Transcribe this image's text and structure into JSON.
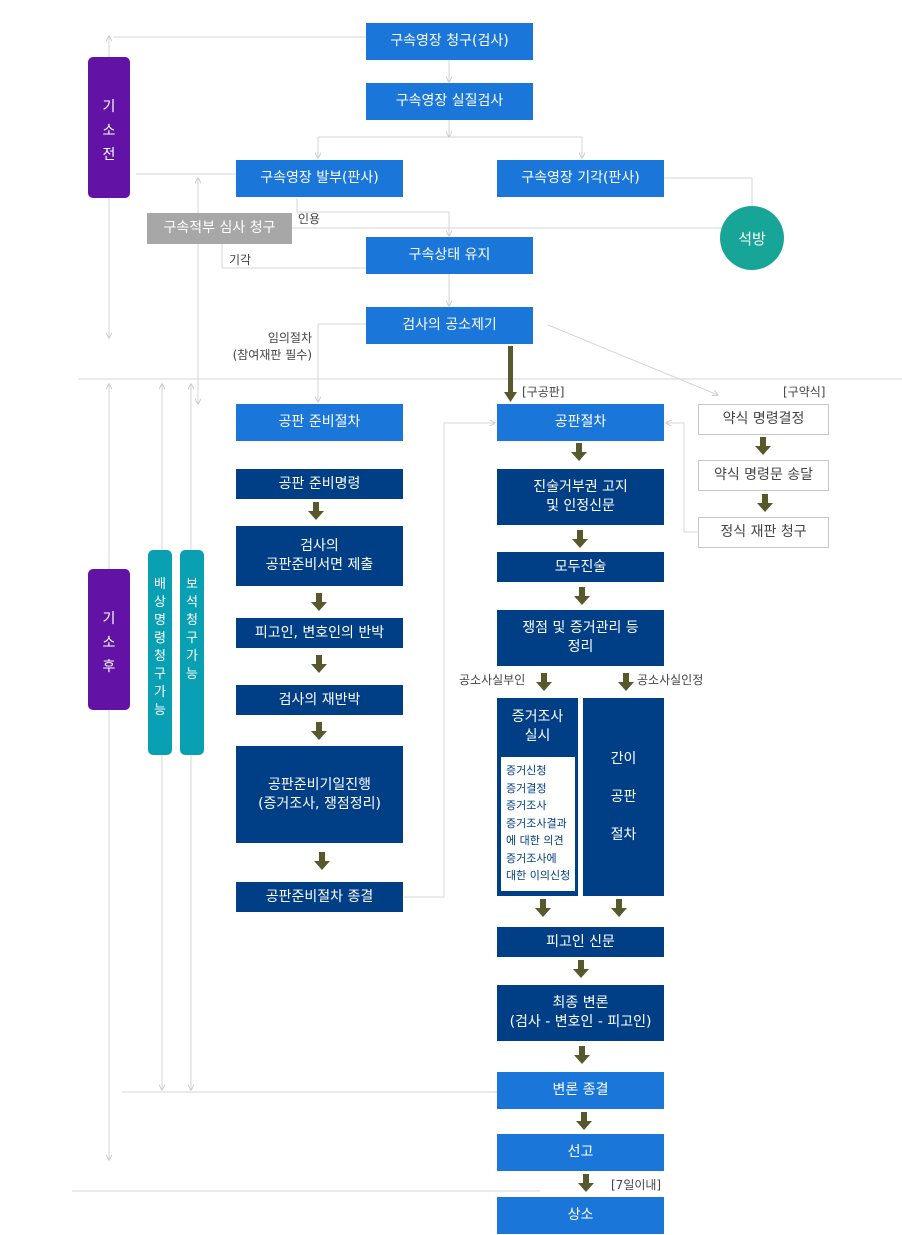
{
  "colors": {
    "light_blue": "#1a77d9",
    "dark_blue": "#003e85",
    "purple": "#6312a6",
    "teal": "#0aa0b4",
    "circle": "#17a598",
    "arrow": "#58582d",
    "line": "#c9c9c9"
  },
  "phases": {
    "before": "기소전",
    "after": "기소후"
  },
  "side_notes": {
    "compensation": "배상명령청구가능",
    "bail": "보석청구가능"
  },
  "nodes": {
    "warrant_request": "구속영장 청구(검사)",
    "warrant_review": "구속영장 실질검사",
    "warrant_issue": "구속영장 발부(판사)",
    "warrant_reject": "구속영장 기각(판사)",
    "release": "석방",
    "detention_review": "구속적부 심사 청구",
    "detention_keep": "구속상태 유지",
    "indictment": "검사의 공소제기",
    "prep_procedure": "공판 준비절차",
    "prep_order": "공판 준비명령",
    "prosecutor_brief": "검사의\n공판준비서면 제출",
    "defense_rebuttal": "피고인, 변호인의 반박",
    "prosecutor_reply": "검사의 재반박",
    "prep_hearing": "공판준비기일진행\n(증거조사, 쟁점정리)",
    "prep_end": "공판준비절차 종결",
    "trial": "공판절차",
    "rights_notice": "진술거부권 고지\n및 인정신문",
    "opening": "모두진술",
    "issue_arrange": "쟁점 및 증거관리 등\n정리",
    "evidence_exam": "증거조사\n실시",
    "evidence_items": "증거신청\n증거결정\n증거조사\n증거조사결과\n에 대한 의견\n증거조사에\n대한 이의신청",
    "simple_trial": "간이\n\n공판\n\n절차",
    "defendant_exam": "피고인 신문",
    "final_argument": "최종 변론\n(검사 - 변호인 - 피고인)",
    "argument_end": "변론 종결",
    "sentence": "선고",
    "appeal": "상소",
    "summary_order": "약식 명령결정",
    "summary_delivery": "약식 명령문 송달",
    "formal_trial": "정식 재판 청구"
  },
  "labels": {
    "cited": "인용",
    "dismissed": "기각",
    "optional": "임의절차\n(참여재판 필수)",
    "public_trial": "[구공판]",
    "summary_indict": "[구약식]",
    "deny": "공소사실부인",
    "admit": "공소사실인정",
    "deadline": "[7일이내]"
  }
}
